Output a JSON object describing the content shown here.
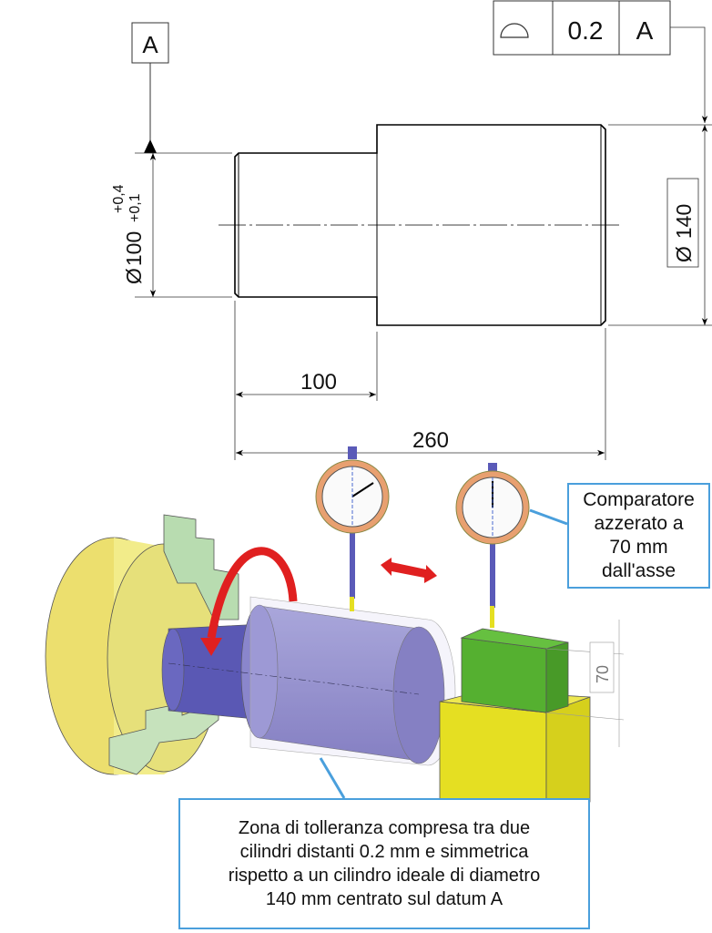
{
  "drawing": {
    "datum_label": "A",
    "fcf": {
      "symbol": "profile-of-surface",
      "tolerance": "0.2",
      "datum": "A"
    },
    "dim_small_diameter": {
      "symbol": "Ø",
      "value": "100",
      "tol_upper": "+0,4",
      "tol_lower": "+0,1"
    },
    "dim_large_diameter": {
      "symbol": "Ø",
      "value": "140"
    },
    "dim_step_length": "100",
    "dim_total_length": "260"
  },
  "setup": {
    "height_dim": "70",
    "callout_gauge": [
      "Comparatore",
      "azzerato a",
      "70 mm",
      "dall'asse"
    ],
    "callout_zone": [
      "Zona di tolleranza compresa tra due",
      "cilindri distanti 0.2 mm e simmetrica",
      "rispetto a un cilindro ideale di diametro",
      "140 mm centrato sul datum A"
    ]
  },
  "colors": {
    "chuck": "#eee77a",
    "jaws": "#b8dcb0",
    "part": "#7c78c4",
    "block": "#55b030",
    "base": "#e5df22",
    "arrow": "#e02020",
    "callout": "#4a9fdc"
  }
}
